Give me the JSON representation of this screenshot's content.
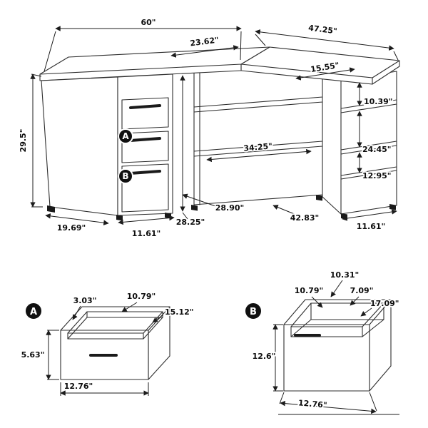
{
  "desk": {
    "badge_a": "A",
    "badge_b": "B",
    "dims": {
      "main_width": "60\"",
      "return_width": "47.25\"",
      "main_depth": "23.62\"",
      "return_depth": "15.55\"",
      "height": "29.5\"",
      "cubby_top": "10.39\"",
      "cubby_middle": "24.45\"",
      "cubby_bottom": "12.95\"",
      "shelf_width": "34.25\"",
      "floor_depth_left": "28.90\"",
      "floor_depth_right": "42.83\"",
      "knee_height": "28.25\"",
      "left_base_depth": "19.69\"",
      "pedestal_width": "11.61\"",
      "right_base_width": "11.61\""
    }
  },
  "drawer_a": {
    "badge": "A",
    "dims": {
      "front_thickness": "3.03\"",
      "back_width": "10.79\"",
      "side_depth": "15.12\"",
      "height": "5.63\"",
      "front_width": "12.76\""
    }
  },
  "drawer_b": {
    "badge": "B",
    "dims": {
      "back_width": "10.31\"",
      "inner_width": "10.79\"",
      "top_gap": "7.09\"",
      "side_depth": "17.09\"",
      "height": "12.6\"",
      "front_width": "12.76\""
    }
  }
}
